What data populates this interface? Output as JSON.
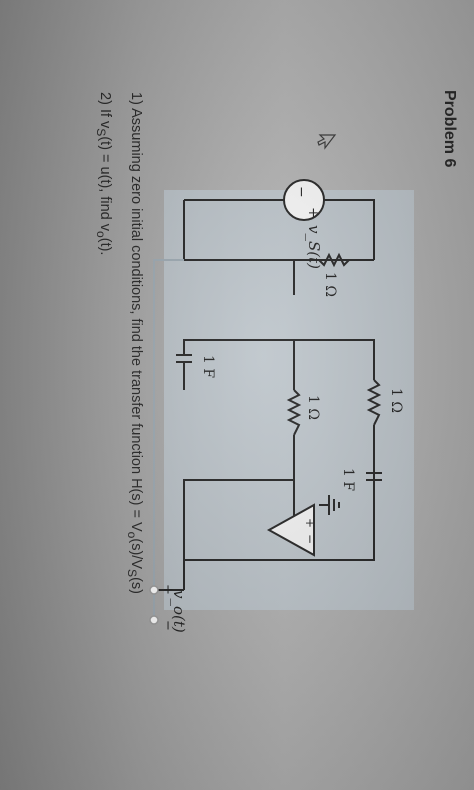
{
  "title": "Problem 6",
  "circuit": {
    "r_source": "1 Ω",
    "r_top": "1 Ω",
    "r_mid": "1 Ω",
    "c_mid": "1 F",
    "c_feedback": "1 F",
    "source_label": "v_S(t)",
    "source_plus": "+",
    "source_minus": "−",
    "opamp_plus": "+",
    "opamp_minus": "−",
    "output_label": "v_o(t)",
    "output_plus": "+",
    "output_minus": "−"
  },
  "questions": [
    {
      "number": "1)",
      "text": "Assuming zero initial conditions, find the transfer function H(s) = V",
      "sub1": "o",
      "mid": "(s)/V",
      "sub2": "S",
      "end": "(s)"
    },
    {
      "number": "2)",
      "text": "If v",
      "sub1": "S",
      "mid": "(t) = u(t), find v",
      "sub2": "o",
      "end": "(t)."
    }
  ],
  "colors": {
    "wire": "#1f1f1f",
    "panel": "#c4d4de",
    "text": "#222222"
  },
  "icons": [
    "cursor-arrow-icon",
    "ground-icon",
    "opamp-triangle-icon",
    "voltage-source-icon"
  ]
}
